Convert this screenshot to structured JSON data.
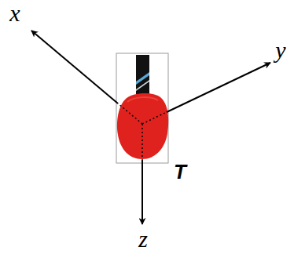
{
  "diagram": {
    "labels": [
      "x",
      "y",
      "z",
      "T"
    ]
  }
}
